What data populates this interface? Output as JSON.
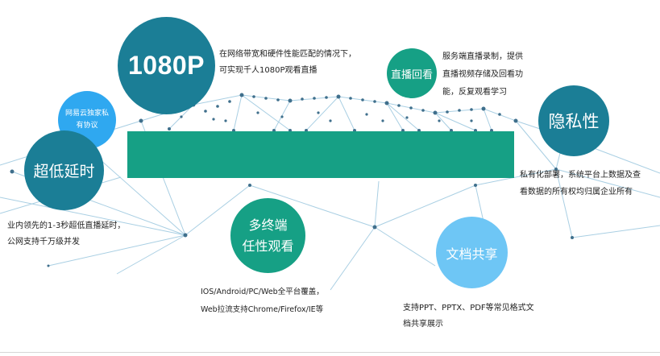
{
  "features": {
    "hd": {
      "title": "1080P",
      "desc": [
        "在网络带宽和硬件性能匹配的情况下，",
        "可实现千人1080P观看直播"
      ],
      "color": "#1b7e96"
    },
    "replay": {
      "title": "直播回看",
      "desc": [
        "服务端直播录制，提供",
        "直播视频存储及回看功",
        "能，反复观看学习"
      ],
      "color": "#16a085"
    },
    "privacy": {
      "title": "隐私性",
      "desc": [
        "私有化部署，系统平台上数据及查",
        "看数据的所有权均归属企业所有"
      ],
      "color": "#1b7e96"
    },
    "protocol": {
      "lines": [
        "网易云独家私",
        "有协议"
      ],
      "color": "#2fa8f0"
    },
    "latency": {
      "title": "超低延时",
      "desc": [
        "业内领先的1-3秒超低直播延时，",
        "公网支持千万级并发"
      ],
      "color": "#1b7e96"
    },
    "multiterminal": {
      "lines": [
        "多终端",
        "任性观看"
      ],
      "desc": [
        "IOS/Android/PC/Web全平台覆盖，",
        "Web拉流支持Chrome/Firefox/IE等"
      ],
      "color": "#16a085"
    },
    "docs": {
      "title": "文档共享",
      "desc": [
        "支持PPT、PPTX、PDF等常见格式文",
        "档共享展示"
      ],
      "color": "#6ec6f5"
    }
  },
  "banner_color": "#16a085",
  "network_colors": {
    "line": "#a9cfe3",
    "node": "#3f6f8c"
  }
}
